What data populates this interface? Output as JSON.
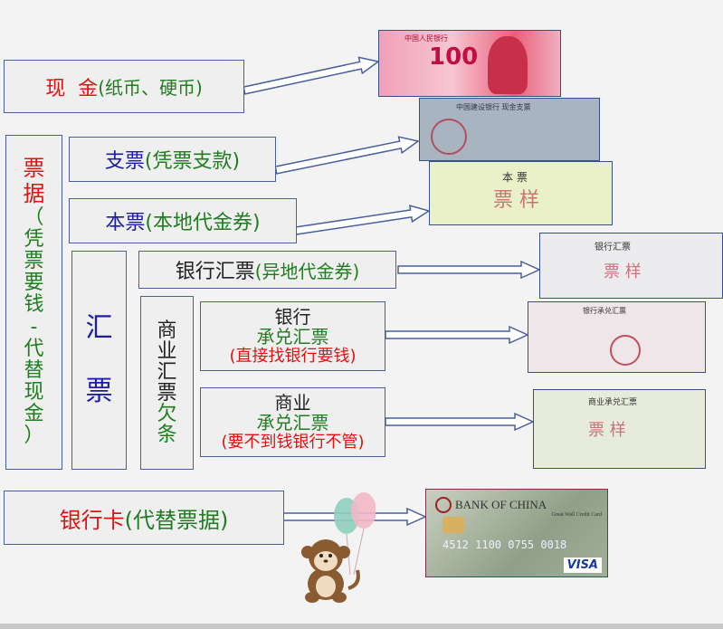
{
  "cash": {
    "main": "现  金",
    "note": "(纸币、硬币)"
  },
  "bill": {
    "main": "票据",
    "note": [
      "（",
      "凭",
      "票",
      "要",
      "钱",
      "-",
      "代",
      "替",
      "现",
      "金",
      "）"
    ]
  },
  "check": {
    "main": "支票",
    "note": "(凭票支款)"
  },
  "promissory": {
    "main": "本票",
    "note": "(本地代金券)"
  },
  "draft": {
    "main": [
      "汇",
      "票"
    ]
  },
  "bank_draft": {
    "main": "银行汇票",
    "note": "(异地代金券)"
  },
  "commercial_draft": {
    "main": [
      "商",
      "业",
      "汇",
      "票"
    ],
    "note": [
      "欠",
      "条"
    ]
  },
  "bank_acceptance": {
    "main": "银行",
    "sub": "承兑汇票",
    "note": "(直接找银行要钱)"
  },
  "commercial_acceptance": {
    "main": "商业",
    "sub": "承兑汇票",
    "note": "(要不到钱银行不管)"
  },
  "bank_card": {
    "main": "银行卡",
    "note": "(代替票据)"
  },
  "images": {
    "banknote": {
      "denomination": "100",
      "issuer": "中国人民银行"
    },
    "check_image": {
      "title": "中国建设银行 现金支票"
    },
    "promissory_image": {
      "title": "本 票",
      "stamp": "票 样"
    },
    "bank_draft_image": {
      "title": "银行汇票",
      "stamp": "票 样"
    },
    "bank_acceptance_image": {
      "title": "银行承兑汇票"
    },
    "commercial_acceptance_image": {
      "title": "商业承兑汇票",
      "stamp": "票 样"
    },
    "card": {
      "bank": "BANK OF CHINA",
      "product": "Great Wall Credit Card",
      "number": "4512 1100 0755 0018",
      "brand": "VISA"
    }
  },
  "colors": {
    "red": "#e41010",
    "green": "#1e7d1e",
    "blue": "#1c1ca8",
    "border": "#4a5f9e"
  }
}
